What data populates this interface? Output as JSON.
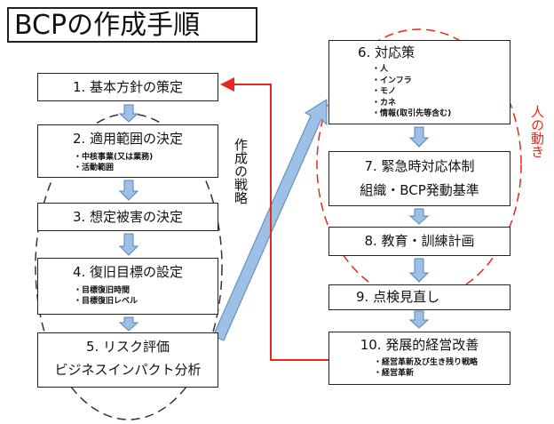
{
  "title": "BCPの作成手順",
  "left_steps": [
    {
      "label": "1. 基本方針の策定",
      "items": []
    },
    {
      "label": "2. 適用範囲の決定",
      "items": [
        "中核事業(又は業務)",
        "活動範囲"
      ]
    },
    {
      "label": "3. 想定被害の決定",
      "items": []
    },
    {
      "label": "4. 復旧目標の設定",
      "items": [
        "目標復旧時間",
        "目標復旧レベル"
      ]
    },
    {
      "label": "5. リスク評価",
      "label2": "ビジネスインパクト分析",
      "items": []
    }
  ],
  "right_steps": [
    {
      "label": "6. 対応策",
      "items": [
        "人",
        "インフラ",
        "モノ",
        "カネ",
        "情報(取引先等含む)"
      ]
    },
    {
      "label": "7. 緊急時対応体制",
      "label2": "組織・BCP発動基準",
      "items": []
    },
    {
      "label": "8. 教育・訓練計画",
      "items": []
    },
    {
      "label": "9. 点検見直し",
      "items": []
    },
    {
      "label": "10. 発展的経営改善",
      "items": [
        "経営革新及び生き残り戦略",
        "経営革新"
      ]
    }
  ],
  "strategy_label": "作成の戦略",
  "people_label": "人の動き",
  "colors": {
    "red": "#e8281e",
    "blue": "#9cc0e6",
    "blue_border": "#5a86b8"
  }
}
